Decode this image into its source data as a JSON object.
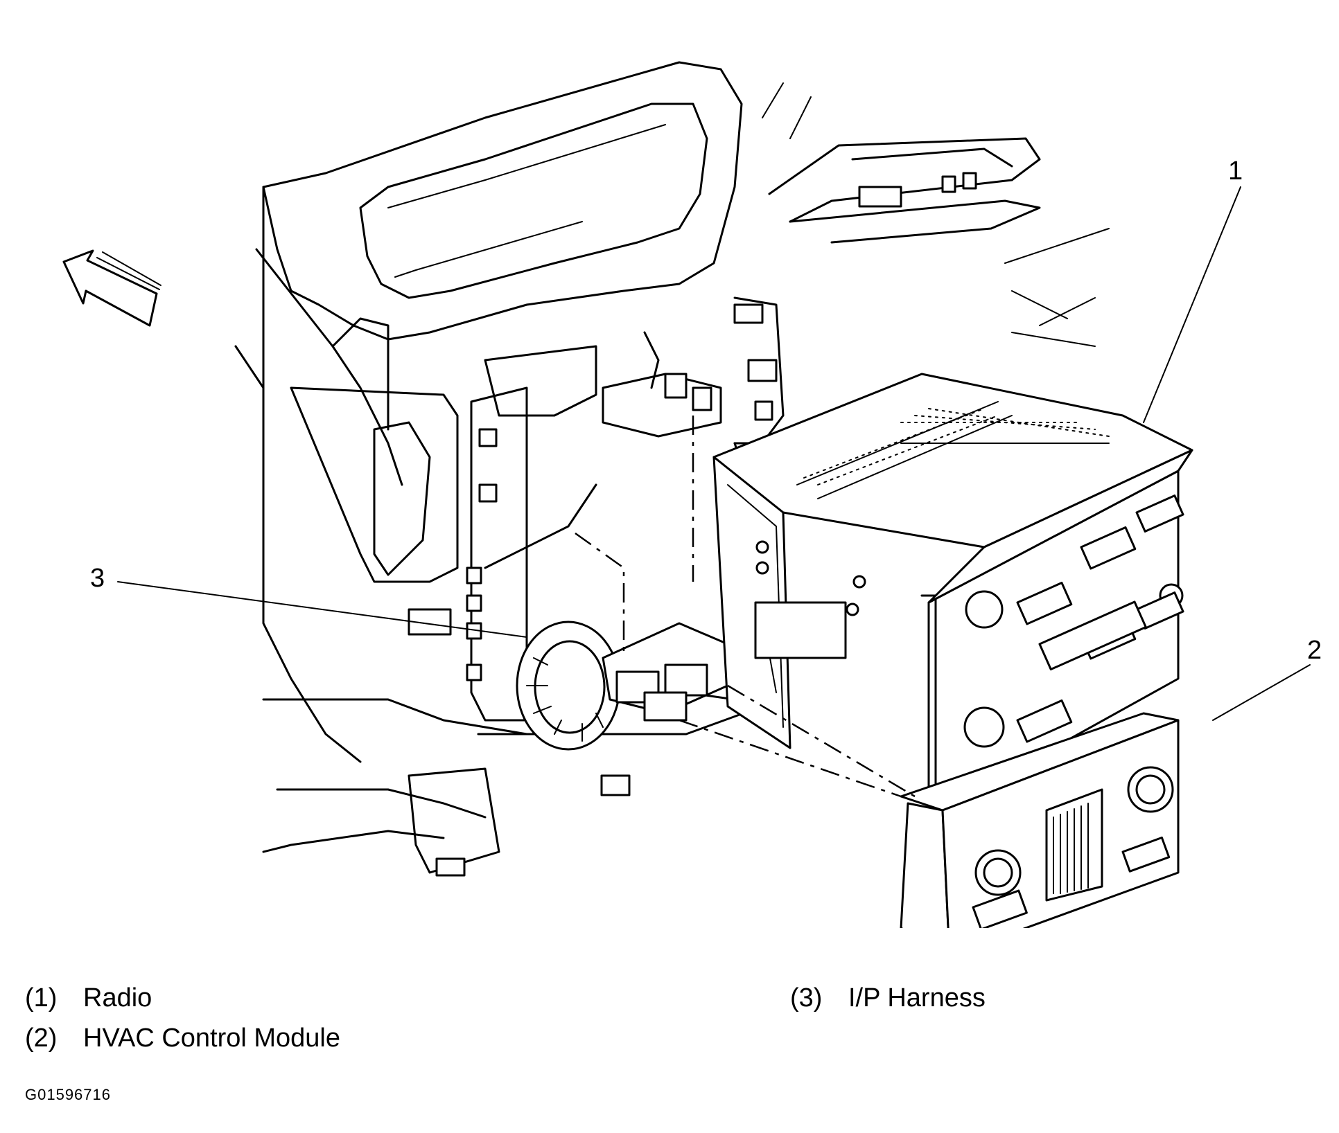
{
  "callouts": [
    {
      "num": "1"
    },
    {
      "num": "2"
    },
    {
      "num": "3"
    }
  ],
  "legend": [
    {
      "idx": "(1)",
      "label": "Radio"
    },
    {
      "idx": "(2)",
      "label": "HVAC Control Module"
    },
    {
      "idx": "(3)",
      "label": "I/P Harness"
    }
  ],
  "figure_id": "G01596716",
  "icons": {
    "direction": "forward-arrow-icon"
  }
}
